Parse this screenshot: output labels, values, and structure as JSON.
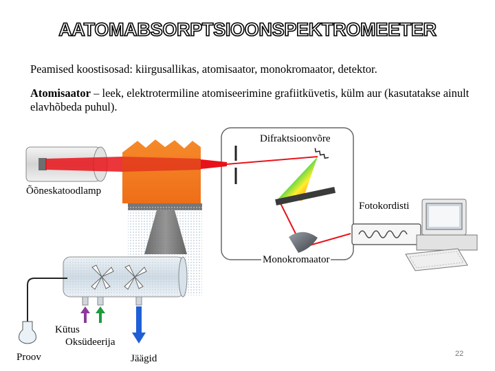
{
  "title": "AATOMABSORPTSIOONSPEKTROMEETER",
  "components_line": "Peamised koostisosad: kiirgusallikas, atomisaator, monokromaator, detektor.",
  "atomizer": {
    "term": "Atomisaator",
    "description": " – leek, elektrotermiline atomiseerimine grafiitküvetis, külm aur (kasutatakse ainult elavhõbeda puhul)."
  },
  "labels": {
    "grating": "Difraktsioonvõre",
    "lamp": "Õõneskatoodlamp",
    "photodetector": "Fotokordisti",
    "monochromator": "Monokromaator",
    "fuel": "Kütus",
    "oxidizer": "Oksüdeerija",
    "sample": "Proov",
    "waste": "Jäägid"
  },
  "page_number": "22",
  "colors": {
    "beam": "#e8131a",
    "flame": "#f07a1e",
    "fuel_arrow": "#8b3a9c",
    "oxidizer_arrow": "#1f9a3c",
    "waste_arrow": "#1f5fd6"
  }
}
